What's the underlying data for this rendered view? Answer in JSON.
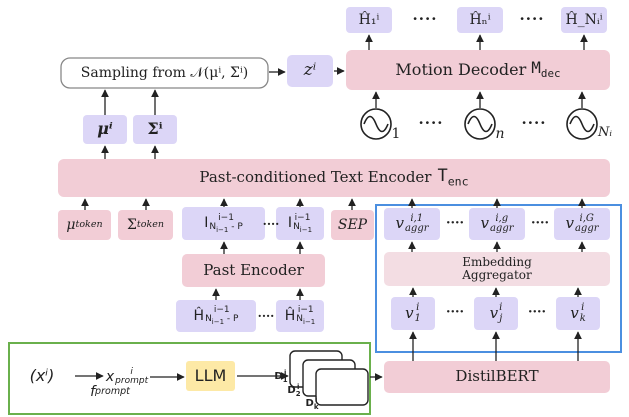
{
  "colors": {
    "pink_box": "#f2cdd6",
    "lavender_box": "#dcd6f7",
    "light_pink_box": "#f3dde3",
    "llm_yellow": "#fde9a6",
    "blue_frame": "#4b8fe0",
    "green_frame": "#6ab04c",
    "arrow": "#222222"
  },
  "outputs": {
    "h1": "Ĥ₁ⁱ",
    "hn": "Ĥₙⁱ",
    "hNi": "Ĥ_Nᵢⁱ",
    "dots": "····"
  },
  "sampling": {
    "label": "Sampling from 𝒩(μⁱ, Σⁱ)",
    "z": "zⁱ"
  },
  "motion_decoder": {
    "label": "Motion Decoder",
    "symbol": "M",
    "sub": "dec"
  },
  "noise": {
    "s1": "1",
    "sn": "n",
    "sN": "Nᵢ",
    "dots": "····"
  },
  "latents": {
    "mu": "μⁱ",
    "sigma": "Σⁱ"
  },
  "text_encoder": {
    "label": "Past-conditioned Text Encoder",
    "symbol": "T",
    "sub": "enc"
  },
  "tokens": {
    "mu_token": "μ",
    "mu_sub": "token",
    "sigma_token": "Σ",
    "sigma_sub": "token",
    "past1_main": "I",
    "past1_sup": "i−1",
    "past1_sub": "N",
    "past1_subsub": "i−1",
    "past1_tail": " - P",
    "past2_main": "I",
    "past2_sup": "i−1",
    "past2_sub": "N",
    "past2_subsub": "i−1",
    "dots": "····",
    "sep": "SEP",
    "aggr1_main": "v",
    "aggr1_sup": "i,1",
    "aggr1_sub": "aggr",
    "aggrg_main": "v",
    "aggrg_sup": "i,g",
    "aggrg_sub": "aggr",
    "aggrG_main": "v",
    "aggrG_sup": "i,G",
    "aggrG_sub": "aggr"
  },
  "past_encoder": {
    "label": "Past Encoder"
  },
  "embedding_aggregator": {
    "line1": "Embedding",
    "line2": "Aggregator"
  },
  "past_inputs": {
    "h1_main": "Ĥ",
    "h1_sup": "i−1",
    "h1_sub": "N",
    "h1_subsub": "i−1",
    "h1_tail": " - P",
    "h2_main": "Ĥ",
    "h2_sup": "i−1",
    "h2_sub": "N",
    "h2_subsub": "i−1",
    "dots": "····"
  },
  "embeddings": {
    "v1_main": "v",
    "v1_sup": "i",
    "v1_sub": "1",
    "vj_main": "v",
    "vj_sup": "i",
    "vj_sub": "j",
    "vk_main": "v",
    "vk_sup": "i",
    "vk_sub": "k",
    "dots": "····"
  },
  "distilbert": {
    "label": "DistilBERT"
  },
  "prompt": {
    "x": "(xⁱ)",
    "f": "f",
    "f_sub": "prompt",
    "xprompt": "x",
    "xprompt_sup": "i",
    "xprompt_sub": "prompt",
    "llm": "LLM",
    "d1": "D",
    "d1_sup": "i",
    "d1_sub": "1",
    "d2": "D",
    "d2_sup": "i",
    "d2_sub": "2",
    "dk": "D",
    "dk_sup": "i",
    "dk_sub": "k"
  }
}
